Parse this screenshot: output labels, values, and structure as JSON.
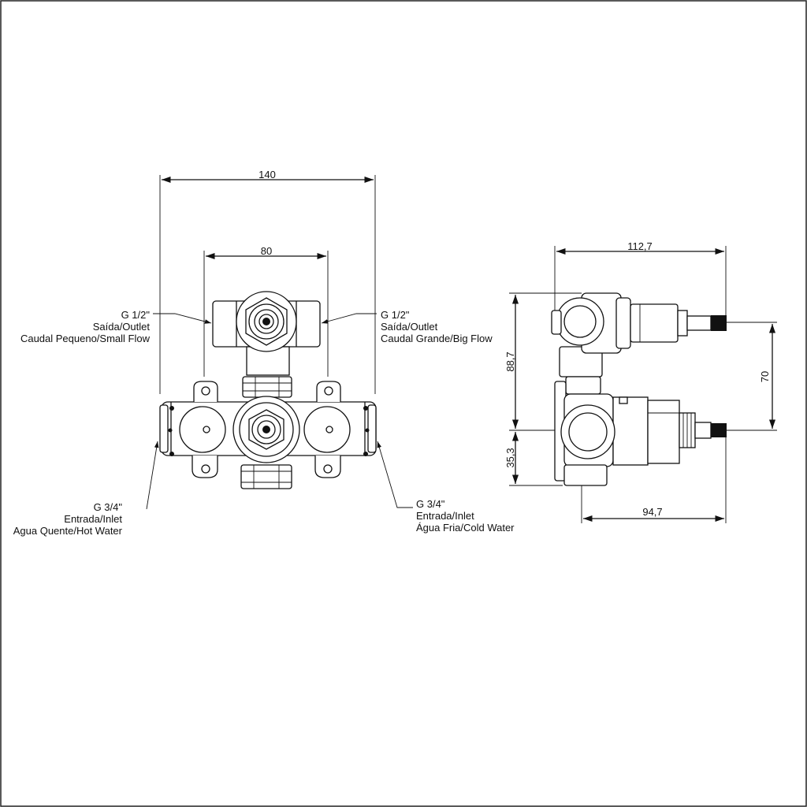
{
  "front_view": {
    "dims": {
      "overall_width": "140",
      "outlet_spacing": "80"
    },
    "outlet_small": {
      "thread": "G 1/2\"",
      "type": "Saída/Outlet",
      "flow": "Caudal Pequeno/Small Flow"
    },
    "outlet_big": {
      "thread": "G 1/2\"",
      "type": "Saída/Outlet",
      "flow": "Caudal Grande/Big Flow"
    },
    "inlet_hot": {
      "thread": "G 3/4\"",
      "type": "Entrada/Inlet",
      "water": "Agua Quente/Hot Water"
    },
    "inlet_cold": {
      "thread": "G 3/4\"",
      "type": "Entrada/Inlet",
      "water": "Água Fria/Cold Water"
    }
  },
  "side_view": {
    "dims": {
      "total_depth": "112,7",
      "body_depth": "94,7",
      "height": "88,7",
      "inlet_height": "35,3",
      "spindle_spacing": "70"
    }
  }
}
